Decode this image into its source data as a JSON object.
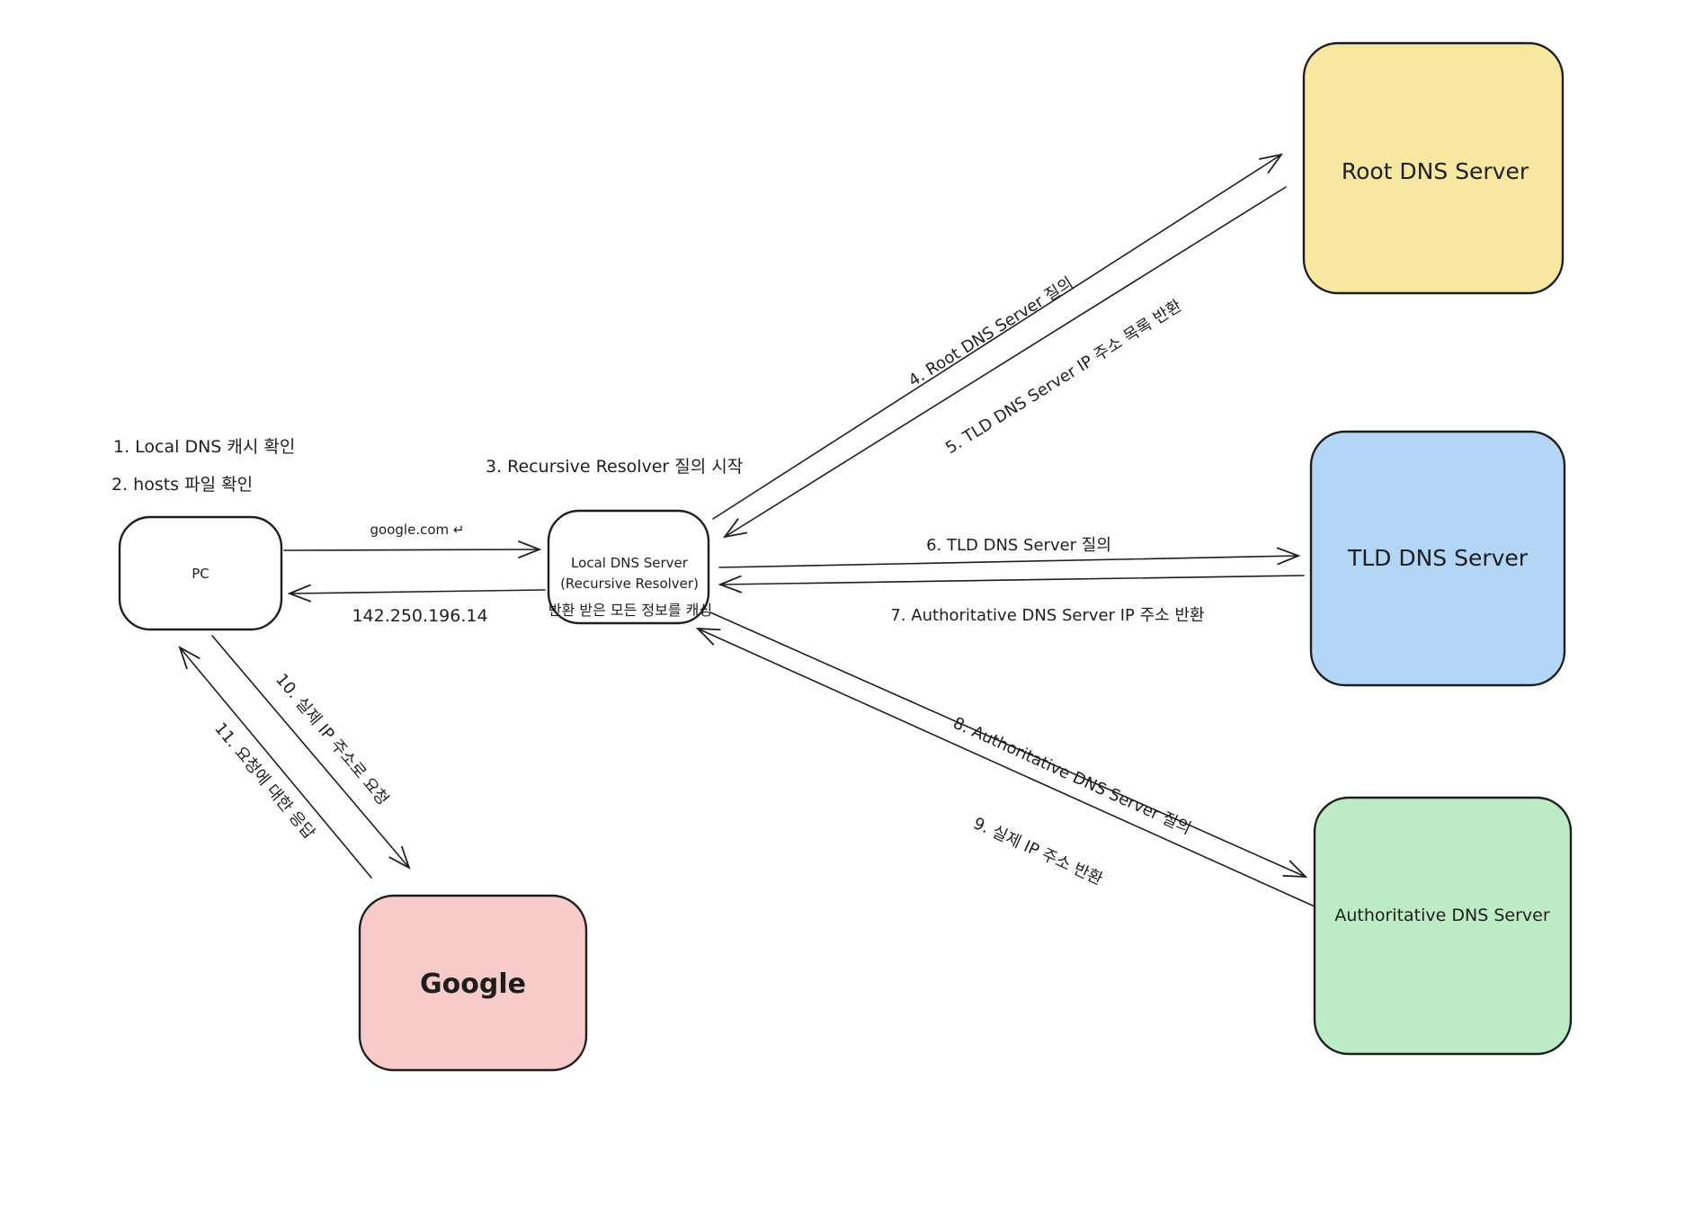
{
  "theme": {
    "stroke": "#1e1e1e",
    "background": "#ffffff"
  },
  "notes": {
    "step1": "1. Local DNS 캐시 확인",
    "step2": "2. hosts 파일 확인",
    "step3": "3. Recursive Resolver 질의 시작"
  },
  "nodes": {
    "pc": {
      "label": "PC",
      "color": "#ffffff"
    },
    "local_dns": {
      "line1": "Local DNS Server",
      "line2": "(Recursive Resolver)",
      "line3": "반환 받은 모든 정보를 캐싱",
      "color": "#ffffff"
    },
    "root": {
      "label": "Root DNS Server",
      "color": "#f8e7a1"
    },
    "tld": {
      "label": "TLD DNS Server",
      "color": "#b3d5f6"
    },
    "auth": {
      "label": "Authoritative DNS Server",
      "color": "#bdebc5"
    },
    "google": {
      "label": "Google",
      "color": "#f7cbca"
    }
  },
  "edges": {
    "pc_to_local": {
      "label": "google.com ↵"
    },
    "local_to_pc": {
      "label": "142.250.196.14"
    },
    "step4": {
      "label": "4. Root DNS Server 질의"
    },
    "step5": {
      "label": "5. TLD DNS Server IP 주소 목록 반환"
    },
    "step6": {
      "label": "6. TLD DNS Server 질의"
    },
    "step7": {
      "label": "7. Authoritative DNS Server IP 주소 반환"
    },
    "step8": {
      "label": "8. Authoritative DNS Server 질의"
    },
    "step9": {
      "label": "9. 실제 IP 주소 반환"
    },
    "step10": {
      "label": "10. 실제 IP 주소로 요청"
    },
    "step11": {
      "label": "11. 요청에 대한 응답"
    }
  }
}
